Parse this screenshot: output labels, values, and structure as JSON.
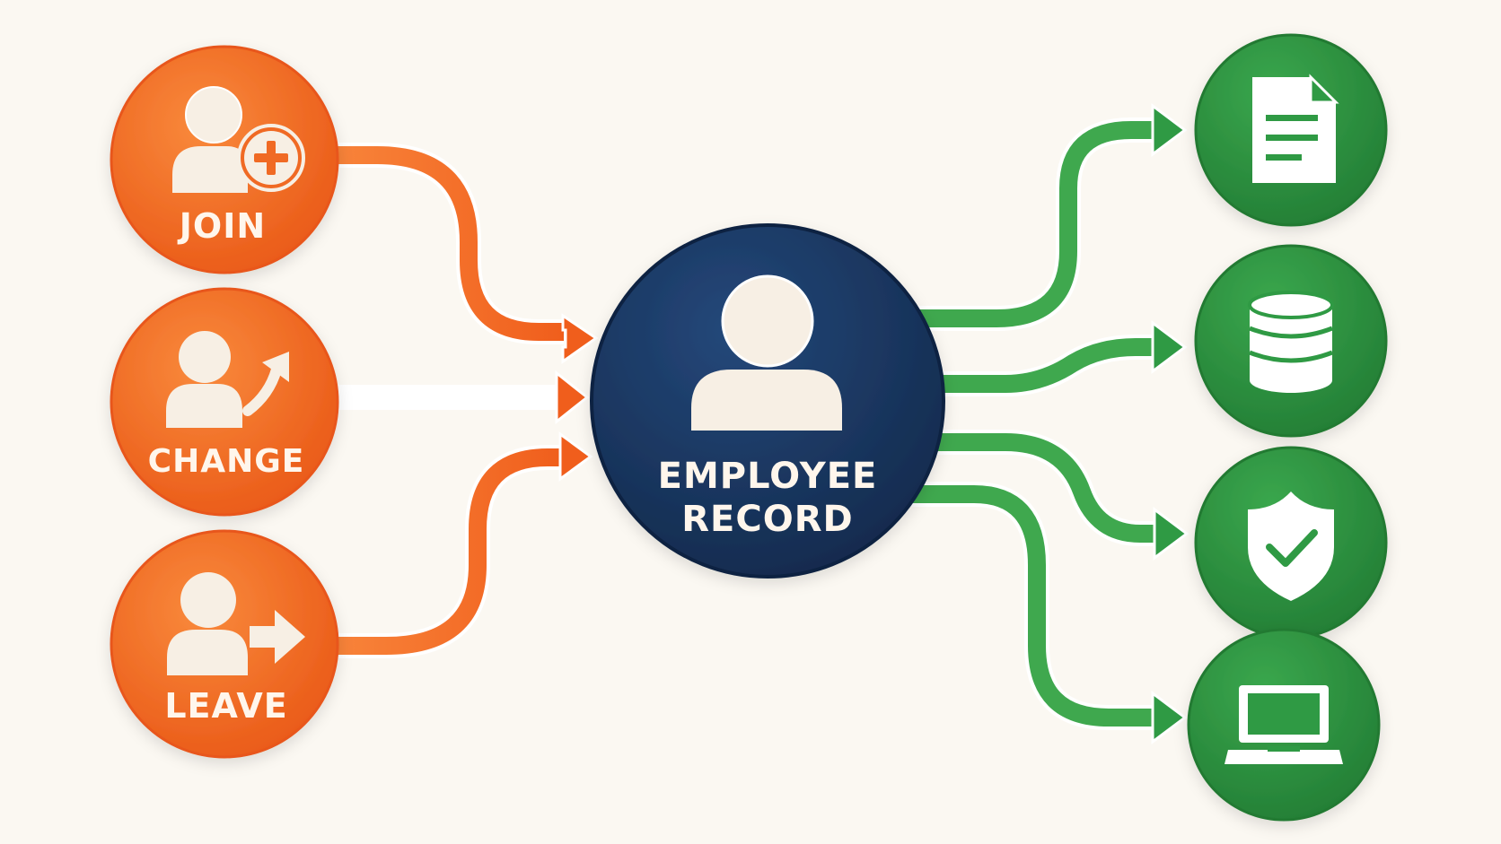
{
  "diagram": {
    "inputs": [
      {
        "label": "JOIN",
        "icon": "user-add-icon"
      },
      {
        "label": "CHANGE",
        "icon": "user-change-icon"
      },
      {
        "label": "LEAVE",
        "icon": "user-leave-icon"
      }
    ],
    "center": {
      "label_line1": "EMPLOYEE",
      "label_line2": "RECORD",
      "icon": "user-icon"
    },
    "outputs": [
      {
        "icon": "document-icon"
      },
      {
        "icon": "database-icon"
      },
      {
        "icon": "shield-check-icon"
      },
      {
        "icon": "laptop-icon"
      }
    ]
  },
  "colors": {
    "background": "#fbf8f2",
    "input_orange": "#f06a24",
    "input_orange_light": "#f88a3a",
    "center_navy": "#1d3a66",
    "output_green": "#2f9a44",
    "output_green_light": "#4cb75a",
    "icon_cream": "#f7efe4"
  }
}
